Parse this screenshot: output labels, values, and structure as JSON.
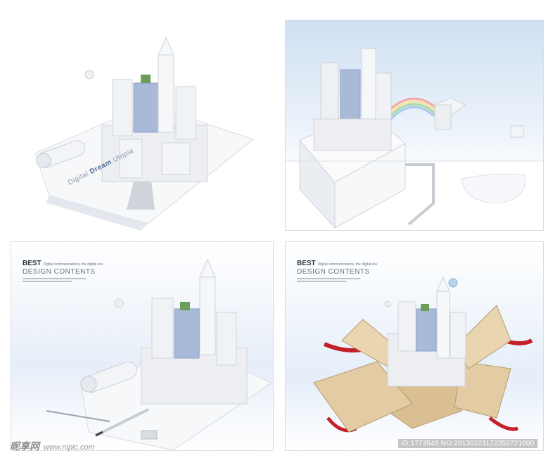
{
  "panel1": {
    "title_prefix": "Digital",
    "title_bold": "Dream",
    "title_suffix": "Utopia"
  },
  "panel3": {
    "brand": {
      "best": "BEST",
      "tagline": "Digital communications, the digital era",
      "headline": "DESIGN CONTENTS"
    }
  },
  "panel4": {
    "brand": {
      "best": "BEST",
      "tagline": "Digital communications, the digital era",
      "headline": "DESIGN CONTENTS"
    }
  },
  "watermark": {
    "site_name": "昵享网",
    "site_url": "www.nipic.com",
    "image_id": "ID:1773545 NO:20130221172353721000"
  }
}
